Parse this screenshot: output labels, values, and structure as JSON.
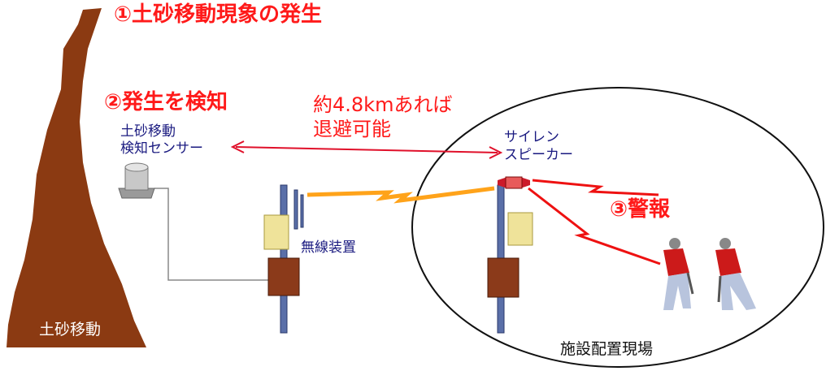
{
  "step1": "①土砂移動現象の発生",
  "step2": "②発生を検知",
  "step3": "③警報",
  "distance_note": {
    "line1": "約4.8kmあれば",
    "line2": "退避可能"
  },
  "sensor_label": {
    "line1": "土砂移動",
    "line2": "検知センサー"
  },
  "siren_label": {
    "line1": "サイレン",
    "line2": "スピーカー"
  },
  "radio_label": "無線装置",
  "landslide_label": "土砂移動",
  "site_label": "施設配置現場",
  "colors": {
    "accent": "#ff1a1a",
    "navy": "#1a1a80",
    "landslide": "#8b3a12",
    "link": "#ffa31a"
  }
}
